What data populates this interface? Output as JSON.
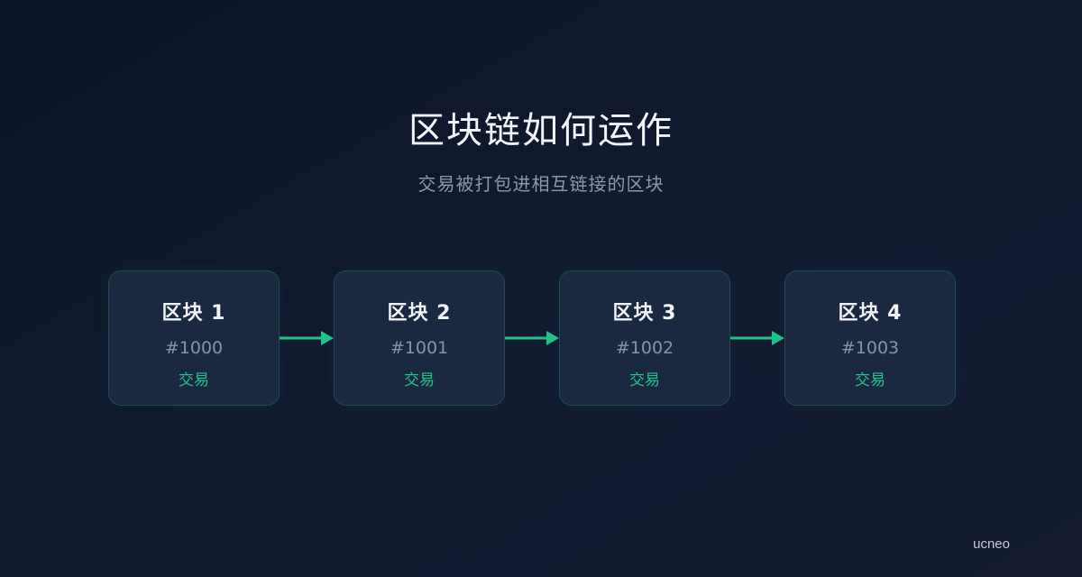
{
  "header": {
    "title": "区块链如何运作",
    "subtitle": "交易被打包进相互链接的区块"
  },
  "blocks": [
    {
      "title": "区块 1",
      "hash": "#1000",
      "tx": "交易"
    },
    {
      "title": "区块 2",
      "hash": "#1001",
      "tx": "交易"
    },
    {
      "title": "区块 3",
      "hash": "#1002",
      "tx": "交易"
    },
    {
      "title": "区块 4",
      "hash": "#1003",
      "tx": "交易"
    }
  ],
  "colors": {
    "accent": "#22c38a",
    "block_bg": "#1a2842",
    "block_border": "#1f4a4e",
    "background": "#0f1930"
  },
  "icons": [
    "arrow-right-icon"
  ],
  "watermark": "ucneo"
}
